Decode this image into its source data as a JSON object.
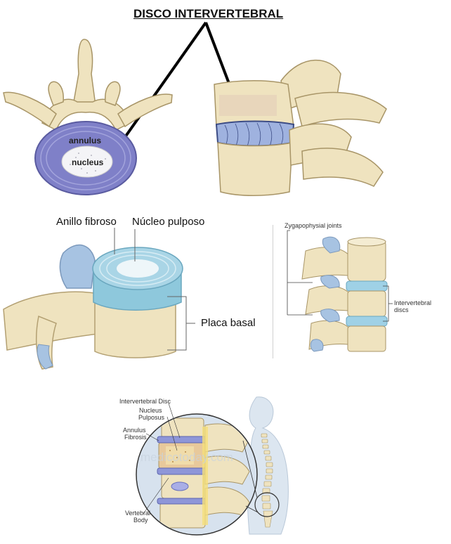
{
  "title": "DISCO INTERVERTEBRAL",
  "panel_top_left": {
    "annulus_label": "annulus",
    "nucleus_label": "nucleus"
  },
  "panel_mid_left": {
    "annulus_label": "Anillo fibroso",
    "nucleus_label": "Núcleo pulposo",
    "endplate_label": "Placa basal"
  },
  "panel_mid_right": {
    "joints_label": "Zygapophysial joints",
    "discs_label_line1": "Intervertebral",
    "discs_label_line2": "discs"
  },
  "panel_bottom": {
    "disc_label": "Intervertebral Disc",
    "nucleus_line1": "Nucleus",
    "nucleus_line2": "Pulposus",
    "annulus_line1": "Annulus",
    "annulus_line2": "Fibrosis",
    "body_line1": "Vertebral",
    "body_line2": "Body",
    "watermark": "medicotoday.com"
  },
  "colors": {
    "bone": "#efe3bf",
    "bone_shadow": "#c9b88a",
    "disc_blue": "#9fb2df",
    "disc_lavender": "#8f8fcf",
    "disc_teal": "#8ec8dc"
  }
}
